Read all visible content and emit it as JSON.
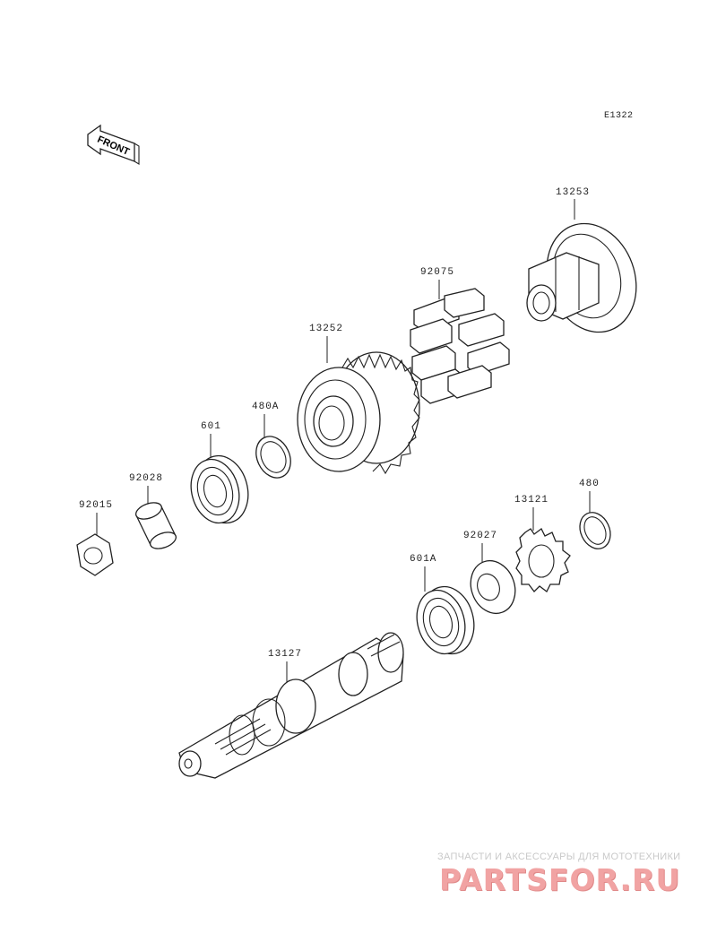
{
  "diagram": {
    "code": "E1322",
    "front_label": "FRONT",
    "parts": [
      {
        "label": "13253"
      },
      {
        "label": "92075"
      },
      {
        "label": "13252"
      },
      {
        "label": "480A"
      },
      {
        "label": "601"
      },
      {
        "label": "92028"
      },
      {
        "label": "92015"
      },
      {
        "label": "480"
      },
      {
        "label": "13121"
      },
      {
        "label": "92027"
      },
      {
        "label": "601A"
      },
      {
        "label": "13127"
      }
    ]
  },
  "watermark": {
    "subtitle": "ЗАПЧАСТИ И АКСЕССУАРЫ ДЛЯ МОТОТЕХНИКИ",
    "brand": "PARTSFOR.RU"
  }
}
